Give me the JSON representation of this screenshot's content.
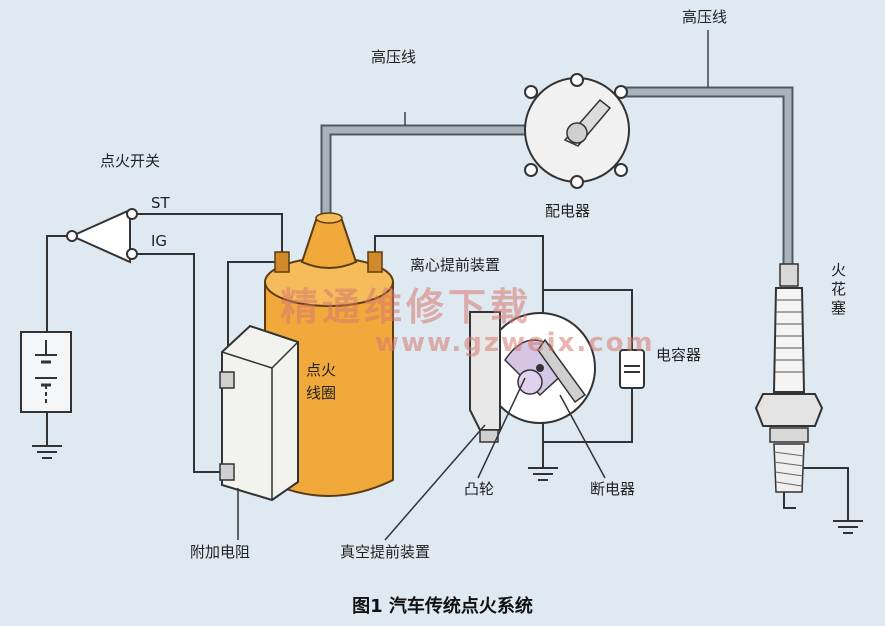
{
  "labels": {
    "hv_wire_left": "高压线",
    "hv_wire_right": "高压线",
    "ignition_switch": "点火开关",
    "st": "ST",
    "ig": "IG",
    "distributor": "配电器",
    "centrifugal_advance": "离心提前装置",
    "capacitor": "电容器",
    "coil_line1": "点火",
    "coil_line2": "线圈",
    "cam": "凸轮",
    "breaker": "断电器",
    "ballast_resistor": "附加电阻",
    "vacuum_advance": "真空提前装置",
    "spark_plug": "火花塞"
  },
  "watermark": {
    "site_name": "精通维修下载",
    "url": "www.gzweix.com"
  },
  "caption": "图1  汽车传统点火系统",
  "colors": {
    "background": "#dfe9f2",
    "coil": "#f2a93b",
    "resistor": "#f2f2ee",
    "wire": "#333333",
    "hv_wire": "#8e9aa3"
  }
}
